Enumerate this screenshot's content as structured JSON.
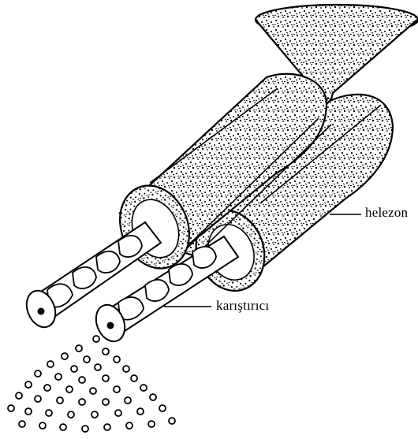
{
  "labels": {
    "helezon": "helezon",
    "karistirici": "karıştırıcı"
  },
  "colors": {
    "ink": "#000000",
    "paper": "#ffffff"
  },
  "parts": [
    "hopper",
    "barrel-left",
    "barrel-right",
    "screw-left",
    "screw-right",
    "output-pellets"
  ]
}
